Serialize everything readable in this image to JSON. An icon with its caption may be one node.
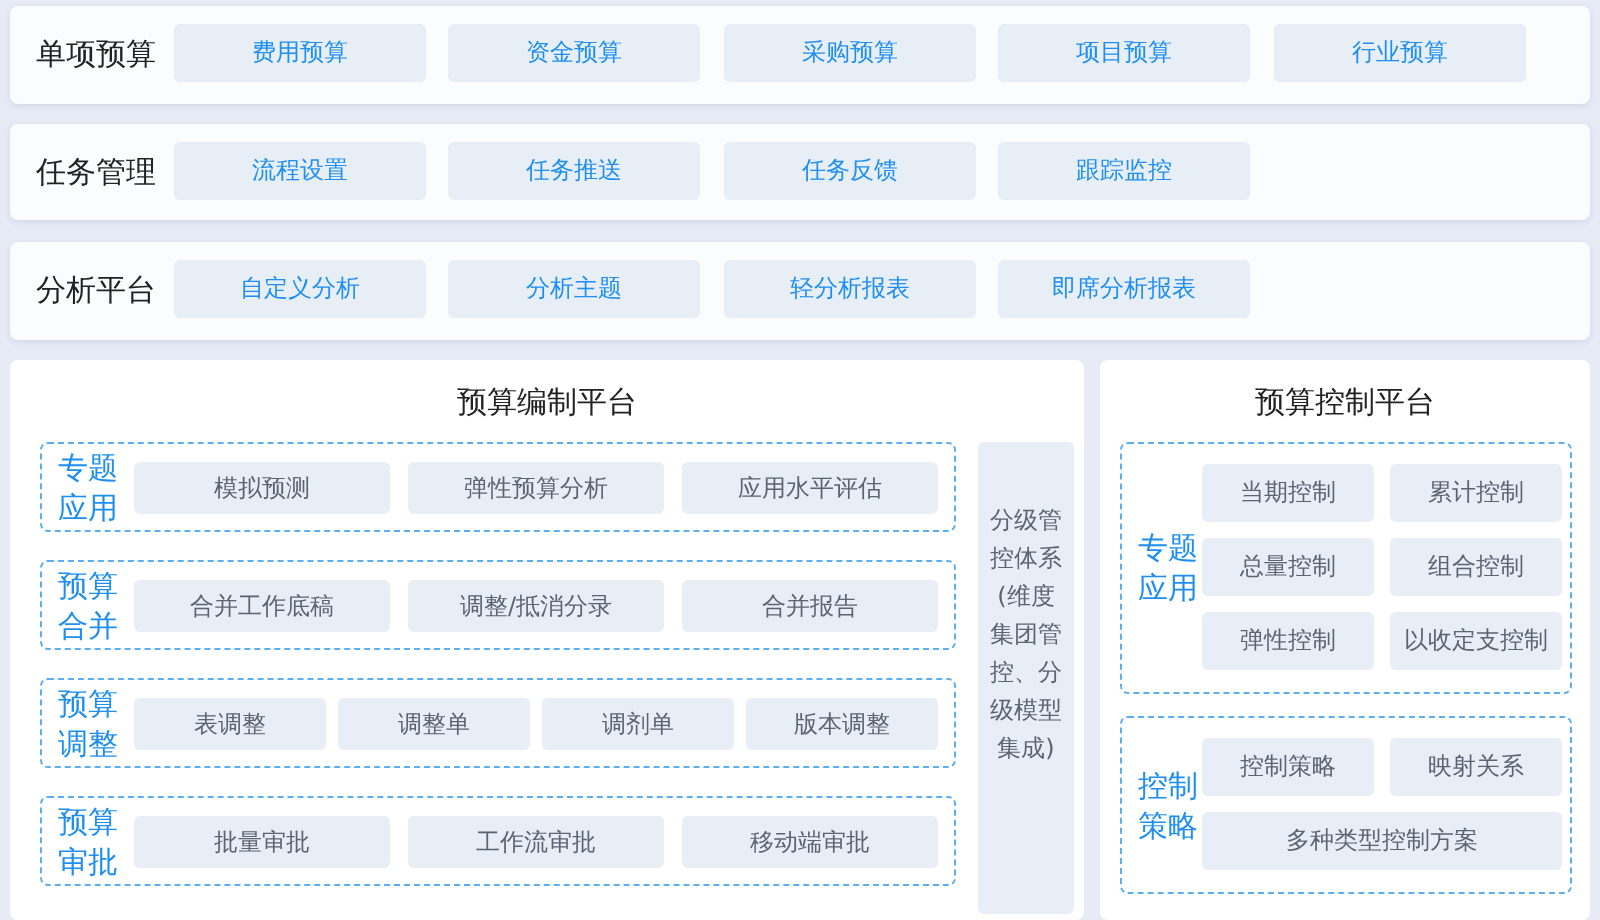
{
  "diagram": {
    "nodes": [
      {
        "text": [
          "单项预算"
        ]
      },
      {
        "text": [
          "费用预算"
        ],
        "in": 0
      },
      {
        "text": [
          "资金预算"
        ],
        "in": 0
      },
      {
        "text": [
          "采购预算"
        ],
        "in": 0
      },
      {
        "text": [
          "项目预算"
        ],
        "in": 0
      },
      {
        "text": [
          "行业预算"
        ],
        "in": 0
      },
      {
        "text": [
          "任务管理"
        ]
      },
      {
        "text": [
          "流程设置"
        ],
        "in": 6
      },
      {
        "text": [
          "任务推送"
        ],
        "in": 6
      },
      {
        "text": [
          "任务反馈"
        ],
        "in": 6
      },
      {
        "text": [
          "跟踪监控"
        ],
        "in": 6
      },
      {
        "text": [
          "分析平台"
        ]
      },
      {
        "text": [
          "自定义分析"
        ],
        "in": 11
      },
      {
        "text": [
          "分析主题"
        ],
        "in": 11
      },
      {
        "text": [
          "轻分析报表"
        ],
        "in": 11
      },
      {
        "text": [
          "即席分析报表"
        ],
        "in": 11
      },
      {
        "text": [
          "预算编制平台"
        ]
      },
      {
        "text": [
          "专题应用"
        ],
        "in": 16
      },
      {
        "text": [
          "模拟预测"
        ],
        "in": 17
      },
      {
        "text": [
          "弹性预算分析"
        ],
        "in": 17
      },
      {
        "text": [
          "应用水平评估"
        ],
        "in": 17
      },
      {
        "text": [
          "预算合并"
        ],
        "in": 16
      },
      {
        "text": [
          "合并工作底稿"
        ],
        "in": 21
      },
      {
        "text": [
          "调整/抵消分录"
        ],
        "in": 21
      },
      {
        "text": [
          "合并报告"
        ],
        "in": 21
      },
      {
        "text": [
          "预算调整"
        ],
        "in": 16
      },
      {
        "text": [
          "表调整"
        ],
        "in": 25
      },
      {
        "text": [
          "调整单"
        ],
        "in": 25
      },
      {
        "text": [
          "调剂单"
        ],
        "in": 25
      },
      {
        "text": [
          "版本调整"
        ],
        "in": 25
      },
      {
        "text": [
          "预算审批"
        ],
        "in": 16
      },
      {
        "text": [
          "批量审批"
        ],
        "in": 30
      },
      {
        "text": [
          "工作流审批"
        ],
        "in": 30
      },
      {
        "text": [
          "移动端审批"
        ],
        "in": 30
      },
      {
        "text": [
          "分级管控体系(维度集团管控、分级模型集成)"
        ],
        "in": 16
      },
      {
        "text": [
          "预算控制平台"
        ]
      },
      {
        "text": [
          "专题应用"
        ],
        "in": 35
      },
      {
        "text": [
          "当期控制"
        ],
        "in": 36
      },
      {
        "text": [
          "累计控制"
        ],
        "in": 36
      },
      {
        "text": [
          "总量控制"
        ],
        "in": 36
      },
      {
        "text": [
          "组合控制"
        ],
        "in": 36
      },
      {
        "text": [
          "弹性控制"
        ],
        "in": 36
      },
      {
        "text": [
          "以收定支控制"
        ],
        "in": 36
      },
      {
        "text": [
          "控制策略"
        ],
        "in": 35
      },
      {
        "text": [
          "控制策略"
        ],
        "in": 43
      },
      {
        "text": [
          "映射关系"
        ],
        "in": 43
      },
      {
        "text": [
          "多种类型控制方案"
        ],
        "in": 43
      }
    ]
  }
}
